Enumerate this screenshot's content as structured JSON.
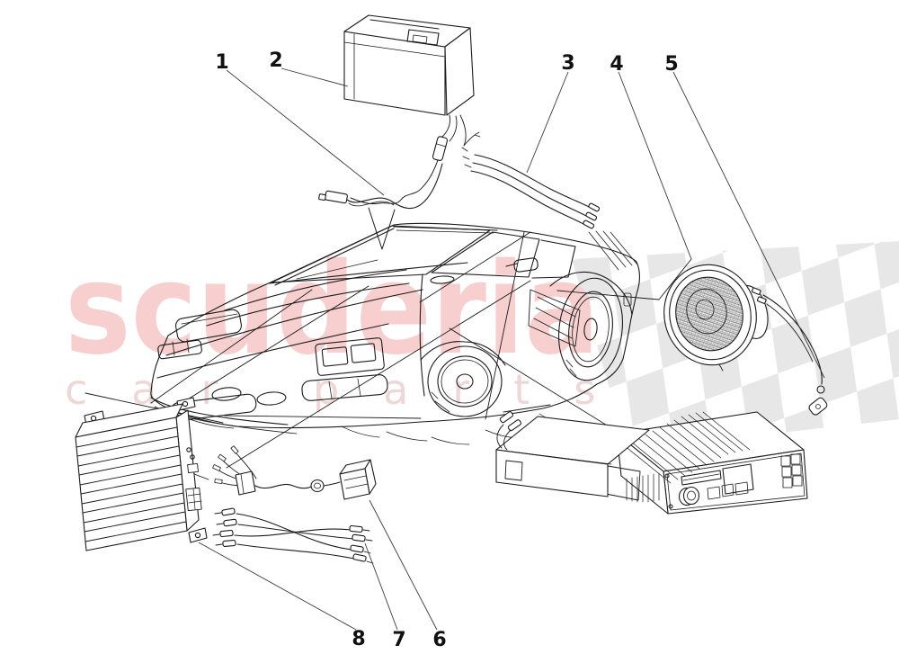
{
  "watermark": {
    "brand": "scuderia",
    "tagline_word1": "car",
    "tagline_word2": "parts",
    "brand_color": "#f8cfcf",
    "tagline_color": "#eed7d7"
  },
  "flag": {
    "color": "#e4e4e4"
  },
  "diagram": {
    "line_color": "#1b1b1b",
    "leader_color": "#3a3a3a",
    "label_color": "#111111",
    "subject": "car-audio-system-parts-diagram"
  },
  "parts": [
    {
      "number": "1",
      "name": "antenna-cable"
    },
    {
      "number": "2",
      "name": "cd-changer"
    },
    {
      "number": "3",
      "name": "connection-cables"
    },
    {
      "number": "4",
      "name": "speaker"
    },
    {
      "number": "5",
      "name": "speaker-cable"
    },
    {
      "number": "6",
      "name": "wiring-harness"
    },
    {
      "number": "7",
      "name": "rca-cables"
    },
    {
      "number": "8",
      "name": "amplifier"
    }
  ]
}
